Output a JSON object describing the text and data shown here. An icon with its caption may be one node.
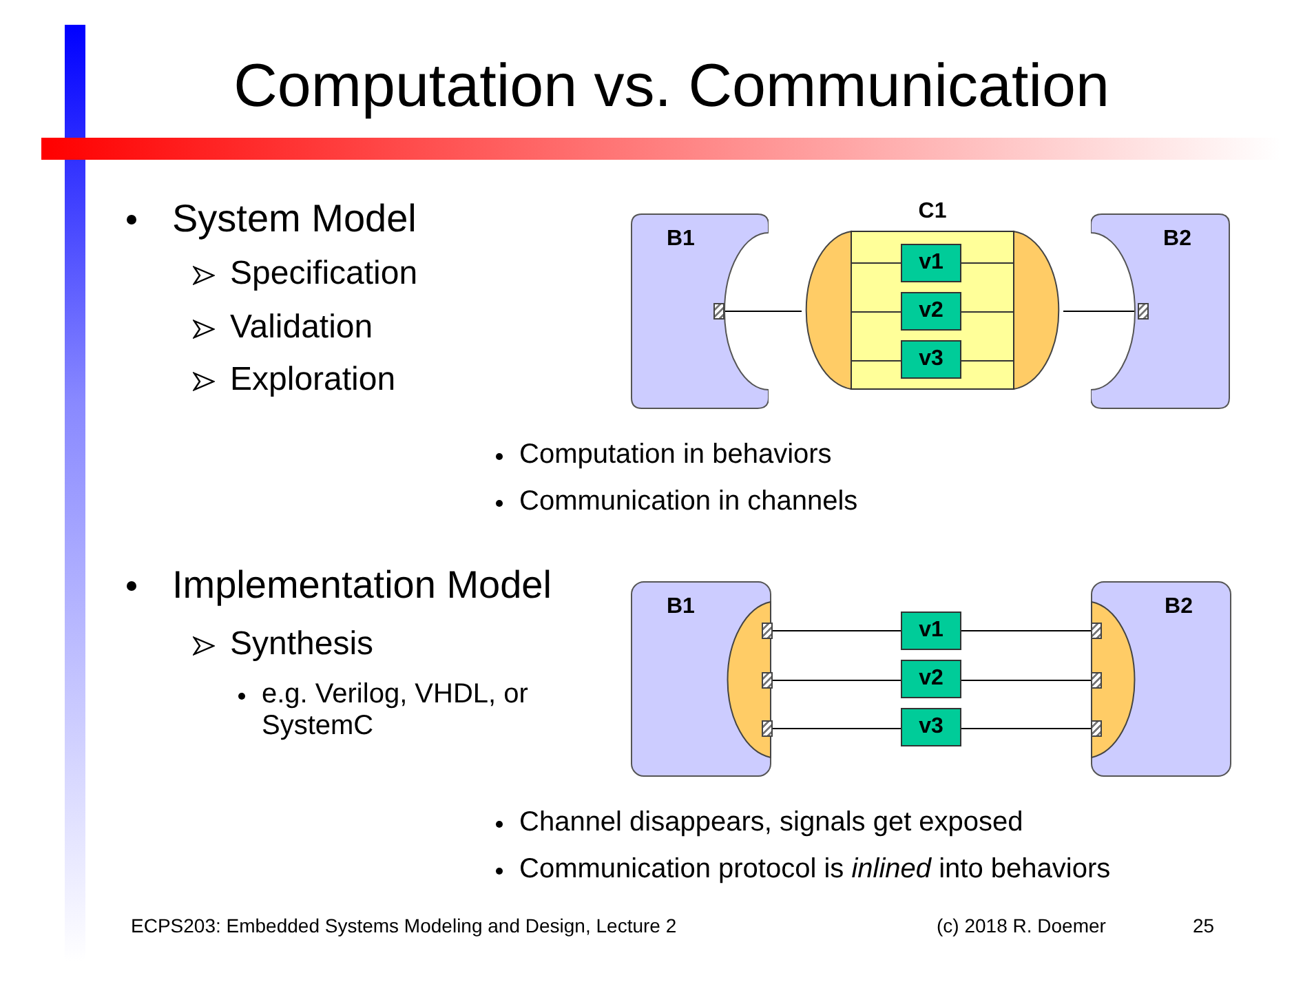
{
  "diagram": {
    "title": "Computation vs. Communication",
    "nodes": [
      {
        "text": [
          "B1"
        ]
      },
      {
        "text": [],
        "shape": "box",
        "in": 0
      },
      {
        "text": [
          "C1"
        ]
      },
      {
        "text": [
          "v1"
        ],
        "in": 2
      },
      {
        "text": [
          "v2"
        ],
        "in": 2
      },
      {
        "text": [
          "v3"
        ],
        "in": 2
      },
      {
        "text": [
          "B2"
        ]
      },
      {
        "text": [],
        "shape": "box",
        "in": 6
      },
      {
        "text": [
          "B1"
        ]
      },
      {
        "text": [],
        "shape": "box",
        "in": 8
      },
      {
        "text": [],
        "shape": "box",
        "in": 8
      },
      {
        "text": [],
        "shape": "box",
        "in": 8
      },
      {
        "text": [
          "v1"
        ]
      },
      {
        "text": [
          "v2"
        ]
      },
      {
        "text": [
          "v3"
        ]
      },
      {
        "text": [
          "B2"
        ]
      },
      {
        "text": [],
        "shape": "box",
        "in": 15
      },
      {
        "text": [],
        "shape": "box",
        "in": 15
      },
      {
        "text": [],
        "shape": "box",
        "in": 15
      }
    ],
    "edges": [
      {
        "from": 1,
        "to": 2,
        "arrow": "none"
      },
      {
        "from": 2,
        "to": 7,
        "arrow": "none"
      },
      {
        "from": 9,
        "to": 12,
        "arrow": "none"
      },
      {
        "from": 12,
        "to": 16,
        "arrow": "none"
      },
      {
        "from": 10,
        "to": 13,
        "arrow": "none"
      },
      {
        "from": 13,
        "to": 17,
        "arrow": "none"
      },
      {
        "from": 11,
        "to": 14,
        "arrow": "none"
      },
      {
        "from": 14,
        "to": 18,
        "arrow": "none"
      }
    ],
    "labels": [
      "System Model",
      "Specification",
      "Validation",
      "Exploration",
      "Computation in behaviors",
      "Communication in channels",
      "Implementation Model",
      "Synthesis",
      "e.g. Verilog, VHDL, or SystemC",
      "Channel disappears, signals get exposed",
      "Communication protocol is *inlined* into behaviors",
      "ECPS203: Embedded Systems Modeling and Design, Lecture 2",
      "(c) 2018 R. Doemer",
      "25"
    ]
  }
}
